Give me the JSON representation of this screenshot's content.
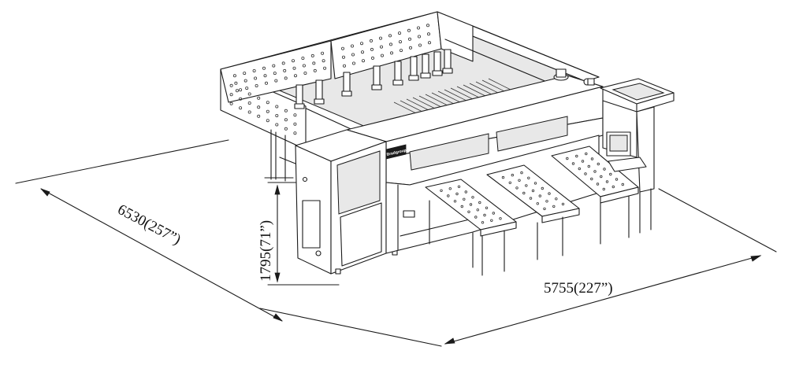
{
  "dimensions": {
    "length_label": "6530(257”)",
    "width_label": "5755(227”)",
    "height_label": "1795(71”)"
  },
  "machine": {
    "brand_plate": "Bradgroup"
  },
  "colors": {
    "line": "#1a1a1a",
    "background": "#ffffff",
    "panel_shade": "#e8e8e8"
  }
}
